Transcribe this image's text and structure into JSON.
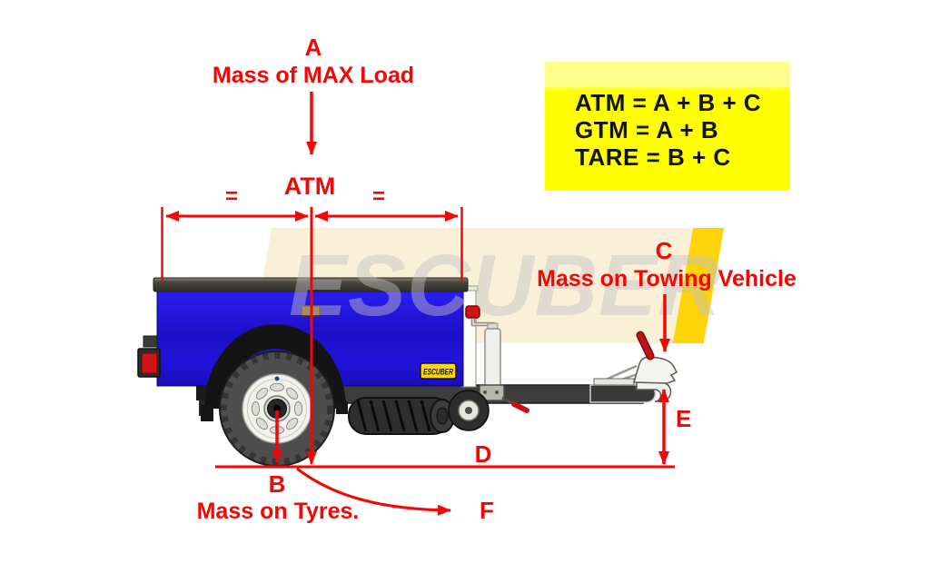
{
  "diagram": {
    "title_context": "Trailer mass diagram",
    "labels": {
      "a": "A",
      "a_desc": "Mass of MAX Load",
      "atm": "ATM",
      "equals_left": "=",
      "equals_right": "=",
      "b": "B",
      "b_desc": "Mass on Tyres.",
      "c": "C",
      "c_desc": "Mass on Towing Vehicle",
      "d": "D",
      "e": "E",
      "f": "F"
    },
    "formula_box": {
      "background": "#ffff00",
      "formulas": [
        "ATM = A + B + C",
        "GTM = A + B",
        "TARE = B + C"
      ]
    },
    "watermark": {
      "text": "ESCUBER",
      "background": "#faf0d8",
      "gold_stripe": "#fed307"
    },
    "trailer": {
      "badge": "ESCUBER",
      "body_color": "#2012d8",
      "badge_color": "#ffd800"
    },
    "colors": {
      "annotation_red": "#f50505",
      "chassis_gray": "#3d3d3d",
      "rim_white": "#f2f2ec"
    }
  }
}
